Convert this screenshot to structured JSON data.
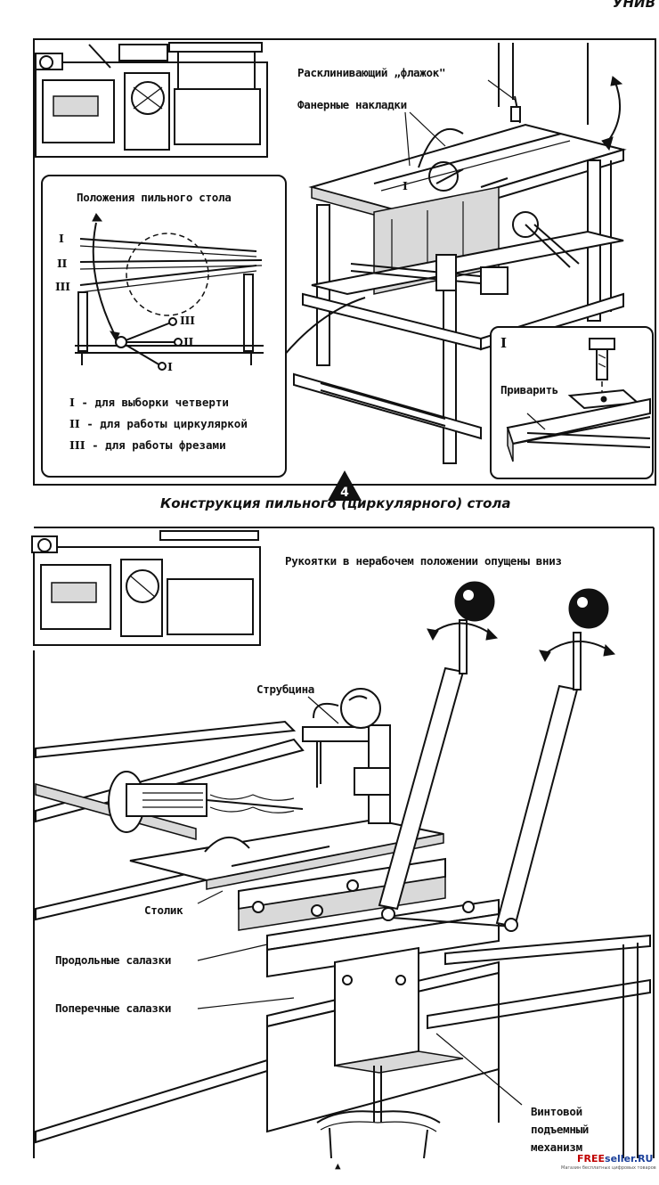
{
  "header": {
    "running_title": "УНИВ"
  },
  "figure4": {
    "badge_number": "4",
    "caption": "Конструкция пильного (циркулярного) стола",
    "labels": {
      "riving_knife": "Расклинивающий „флажок\"",
      "plywood_pads": "Фанерные накладки",
      "roman_one_on_table": "I"
    },
    "positions_inset": {
      "title": "Положения пильного стола",
      "levels": [
        "I",
        "II",
        "III"
      ],
      "lever_marks": [
        "III",
        "II",
        "I"
      ],
      "legend": [
        {
          "mark": "I",
          "text": "- для выборки четверти"
        },
        {
          "mark": "II",
          "text": "- для работы циркуляркой"
        },
        {
          "mark": "III",
          "text": "- для работы фрезами"
        }
      ]
    },
    "weld_inset": {
      "mark": "I",
      "label": "Приварить"
    }
  },
  "figure5": {
    "handles_note": "Рукоятки в нерабочем положении опущены вниз",
    "labels": {
      "clamp": "Струбцина",
      "table": "Столик",
      "longitudinal_slide": "Продольные салазки",
      "cross_slide": "Поперечные салазки",
      "screw_1": "Винтовой",
      "screw_2": "подъемный",
      "screw_3": "механизм"
    },
    "bottom_mark": "▲"
  },
  "watermark": {
    "brand_red": "FREE",
    "brand_blue": "seller",
    "brand_tail": ".RU",
    "tagline": "Магазин бесплатных цифровых товаров"
  },
  "colors": {
    "ink": "#111111",
    "paper": "#ffffff",
    "brand_red": "#c00000",
    "brand_blue": "#1a3f9a"
  }
}
